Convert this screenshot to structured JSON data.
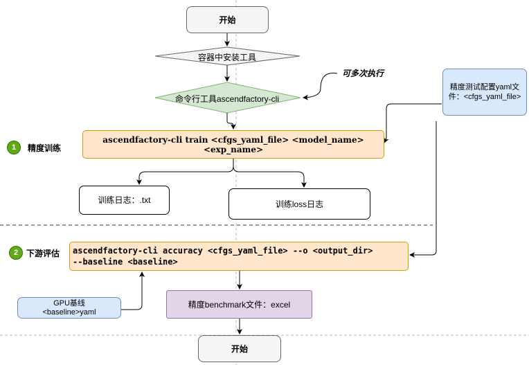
{
  "nodes": {
    "start_top": "开始",
    "install_tools": "容器中安装工具",
    "cli_tool": "命令行工具ascendfactory-cli",
    "repeatable_note": "可多次执行",
    "yaml_config": "精度测试配置yaml文件：<cfgs_yaml_file>",
    "train_cmd": "ascendfactory-cli train <cfgs_yaml_file> <model_name> <exp_name>",
    "train_log": "训练日志：.txt",
    "loss_log": "训练loss日志",
    "accuracy_cmd_line1": "ascendfactory-cli accuracy <cfgs_yaml_file> --o <output_dir>",
    "accuracy_cmd_line2": "--baseline <baseline>",
    "gpu_baseline": "GPU基线<baseline>yaml",
    "benchmark_file": "精度benchmark文件：excel",
    "start_bottom": "开始"
  },
  "steps": [
    {
      "number": "1",
      "label": "精度训练"
    },
    {
      "number": "2",
      "label": "下游评估"
    }
  ],
  "colors": {
    "start_fill": "#f5f5f5",
    "diamond_fill": "#f5f5f5",
    "diamond_green": "#d5e8d4",
    "orange": "#ffe6cc",
    "blue": "#dae8fc",
    "purple": "#e1d5e7",
    "badge": "#60a917"
  }
}
